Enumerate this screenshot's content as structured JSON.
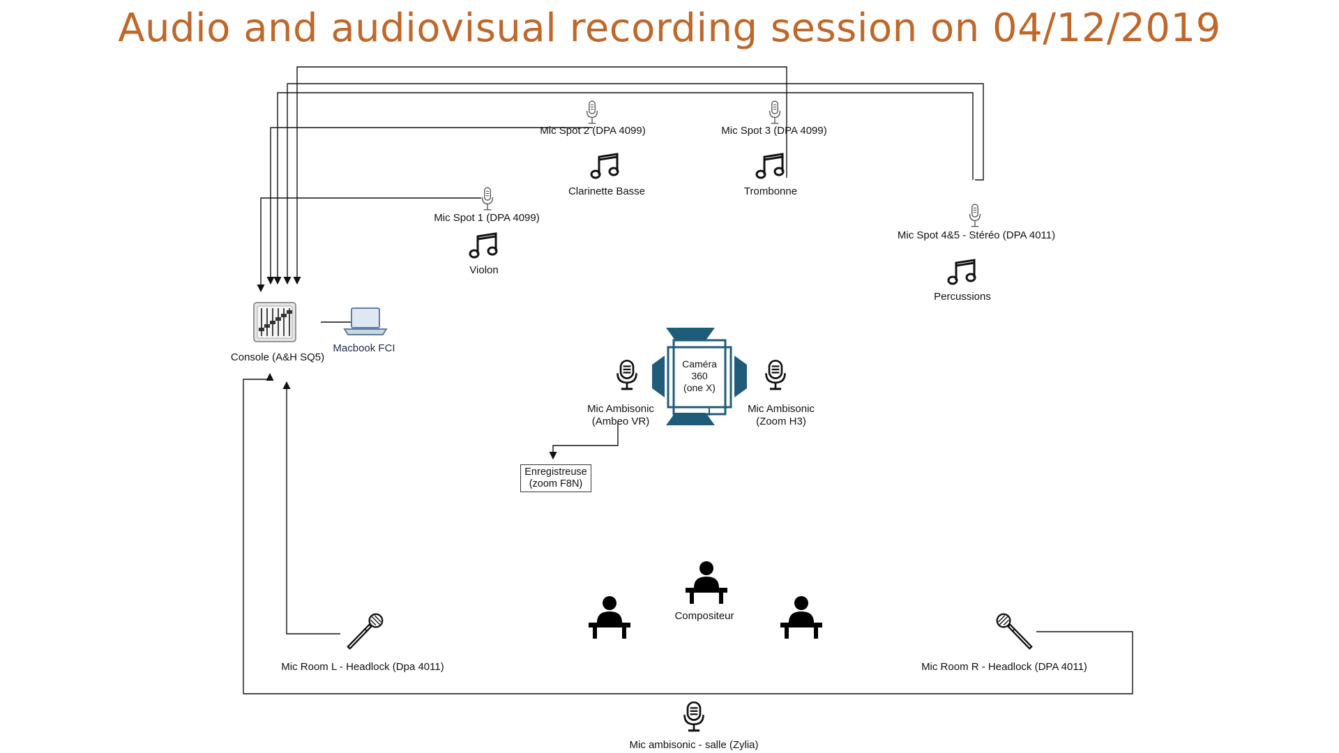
{
  "title": "Audio and audiovisual recording session on 04/12/2019",
  "colors": {
    "title": "#c0672a",
    "camera": "#1f5c7a",
    "line": "#111111"
  },
  "nodes": {
    "console": {
      "label": "Console (A&H SQ5)",
      "icon": "mixer-console-icon"
    },
    "macbook": {
      "label": "Macbook FCI",
      "icon": "laptop-icon"
    },
    "mic_spot_1": {
      "label": "Mic Spot 1 (DPA 4099)",
      "icon": "microphone-icon"
    },
    "mic_spot_2": {
      "label": "Mic Spot 2 (DPA 4099)",
      "icon": "microphone-icon"
    },
    "mic_spot_3": {
      "label": "Mic Spot 3 (DPA 4099)",
      "icon": "microphone-icon"
    },
    "mic_spot_45": {
      "label": "Mic Spot 4&5 - Stéréo (DPA 4011)",
      "icon": "microphone-icon"
    },
    "violon": {
      "label": "Violon",
      "icon": "music-note-icon"
    },
    "clarinette": {
      "label": "Clarinette Basse",
      "icon": "music-note-icon"
    },
    "trombonne": {
      "label": "Trombonne",
      "icon": "music-note-icon"
    },
    "percussions": {
      "label": "Percussions",
      "icon": "music-note-icon"
    },
    "camera": {
      "line1": "Caméra",
      "line2": "360",
      "line3": "(one X)",
      "icon": "camera-360-icon"
    },
    "ambeo": {
      "line1": "Mic Ambisonic",
      "line2": "(Ambeo VR)",
      "icon": "studio-microphone-icon"
    },
    "zoom_h3": {
      "line1": "Mic Ambisonic",
      "line2": "(Zoom H3)",
      "icon": "studio-microphone-icon"
    },
    "recorder": {
      "line1": "Enregistreuse",
      "line2": "(zoom F8N)"
    },
    "compositeur": {
      "label": "Compositeur",
      "icon": "person-at-desk-icon"
    },
    "mic_room_l": {
      "label": "Mic Room L - Headlock (Dpa 4011)",
      "icon": "handheld-microphone-icon"
    },
    "mic_room_r": {
      "label": "Mic Room R - Headlock (DPA 4011)",
      "icon": "handheld-microphone-icon"
    },
    "mic_salle": {
      "label": "Mic ambisonic - salle (Zylia)",
      "icon": "studio-microphone-icon"
    }
  }
}
